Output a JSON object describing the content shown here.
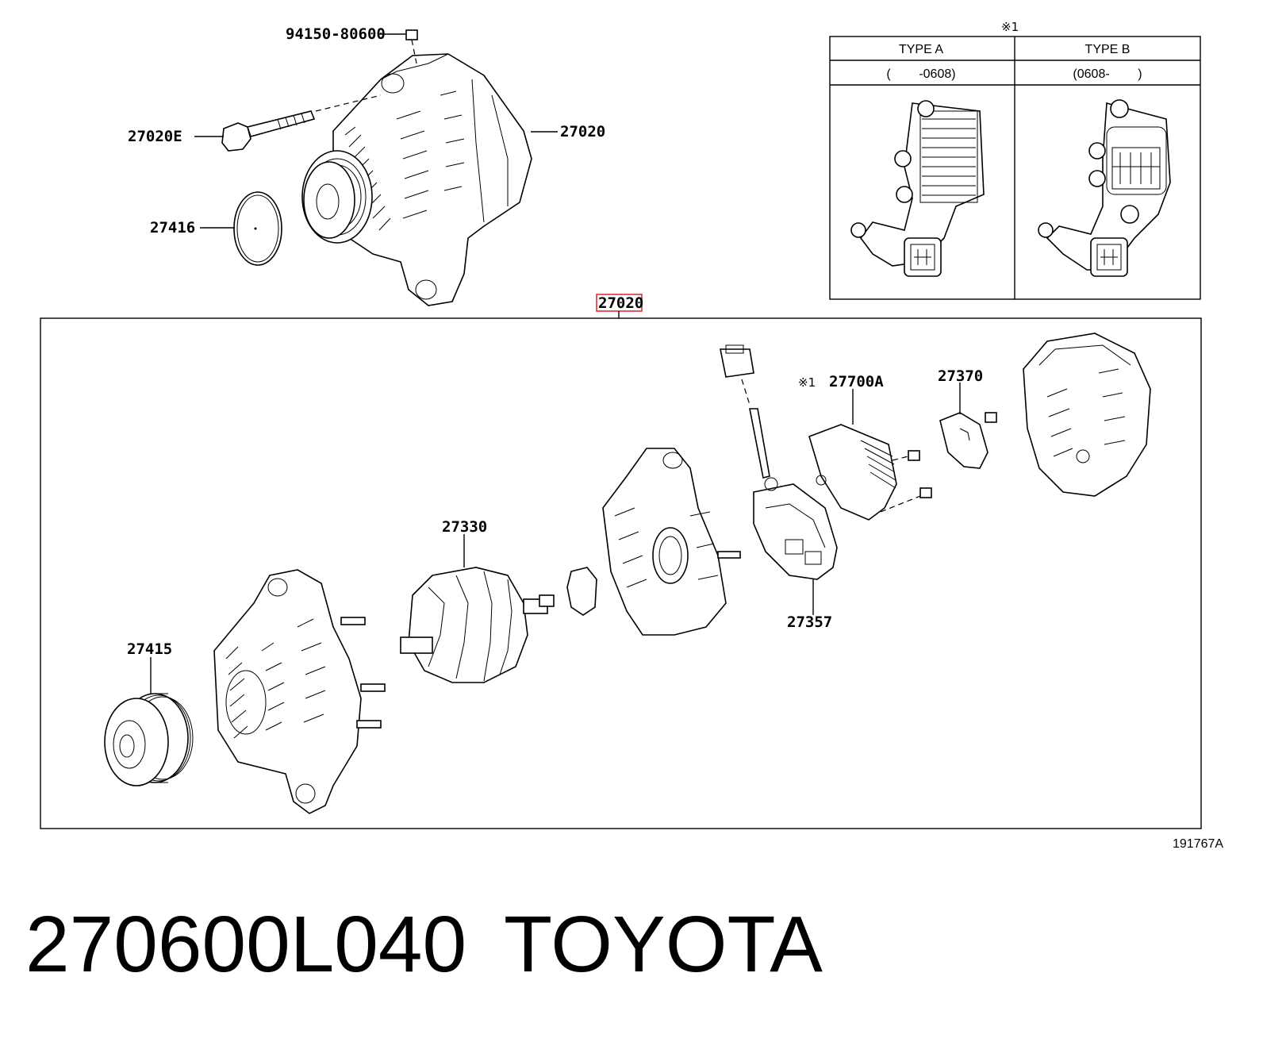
{
  "callouts": {
    "bolt_nut": "94150-80600",
    "through_bolt": "27020E",
    "alternator_assy": "27020",
    "pulley_seal": "27416",
    "exploded_ref": "27020",
    "pulley": "27415",
    "rotor": "27330",
    "regulator_mark": "※1",
    "regulator": "27700A",
    "terminal_cover": "27370",
    "brush_holder": "27357"
  },
  "inset": {
    "note_mark": "※1",
    "col_a_title": "TYPE A",
    "col_a_range": "(        -0608)",
    "col_b_title": "TYPE B",
    "col_b_range": "(0608-        )"
  },
  "figure_id": "191767A",
  "caption": {
    "part_number": "270600L040",
    "brand": "TOYOTA"
  },
  "colors": {
    "highlight": "#e03030",
    "line": "#000000"
  }
}
